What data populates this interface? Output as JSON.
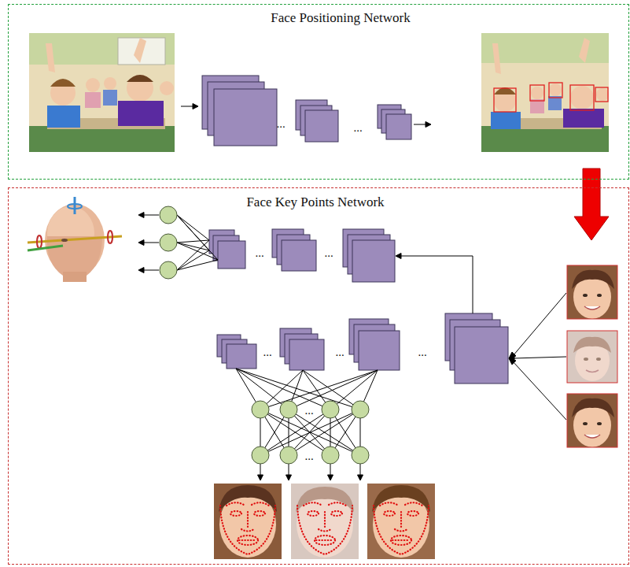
{
  "diagram": {
    "nodes": [
      {
        "text": [
          "Face Positioning Network"
        ]
      },
      {
        "text": [
          "Face Key Points Network"
        ]
      }
    ],
    "edges": [
      {
        "from": 0,
        "to": 1,
        "arrow": "to"
      }
    ],
    "labels": [
      "...",
      "...",
      "...",
      "...",
      "...",
      "...",
      "...",
      "...",
      "..."
    ]
  }
}
